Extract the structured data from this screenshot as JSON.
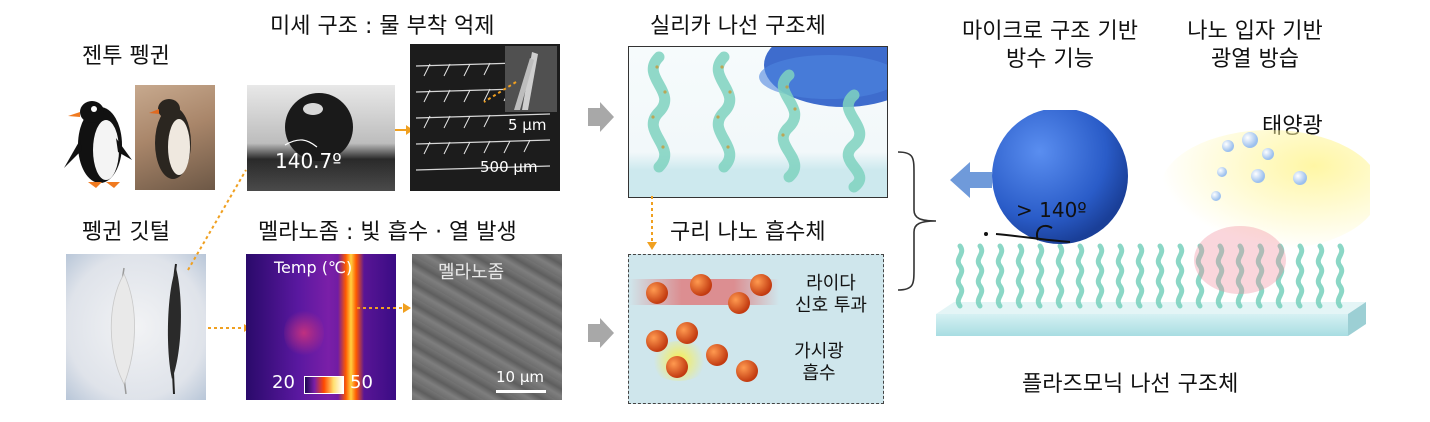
{
  "labels": {
    "gentoo_penguin": "젠투 펭귄",
    "penguin_feather": "펭귄 깃털",
    "microstructure": "미세 구조 : 물 부착 억제",
    "melanosome_title": "멜라노좀 : 빛 흡수 · 열 발생",
    "silica_nanospiral": "실리카 나선 구조체",
    "copper_absorber": "구리 나노 흡수체",
    "micro_waterproof_line1": "마이크로 구조 기반",
    "micro_waterproof_line2": "방수 기능",
    "nano_photothermal_line1": "나노 입자 기반",
    "nano_photothermal_line2": "광열 방습",
    "sunlight": "태양광",
    "plasmonic_nanospiral": "플라즈모닉 나선 구조체"
  },
  "panels": {
    "contact_angle": "140.7º",
    "sem_scale_small": "5 µm",
    "sem_scale_large": "500 µm",
    "temp_title": "Temp (℃)",
    "temp_min": "20",
    "temp_max": "50",
    "melanosome_label": "멜라노좀",
    "melanosome_scale": "10 µm",
    "lidar_line1": "라이다",
    "lidar_line2": "신호 투과",
    "visible_line1": "가시광",
    "visible_line2": "흡수",
    "final_contact_angle": "> 140º"
  },
  "colors": {
    "accent_orange": "#f0a020",
    "water_blue": "#2a5cc8",
    "spiral_teal": "#7fd3c0",
    "particle_red": "#d84a1a",
    "arrow_gray": "#a8a8a8"
  }
}
